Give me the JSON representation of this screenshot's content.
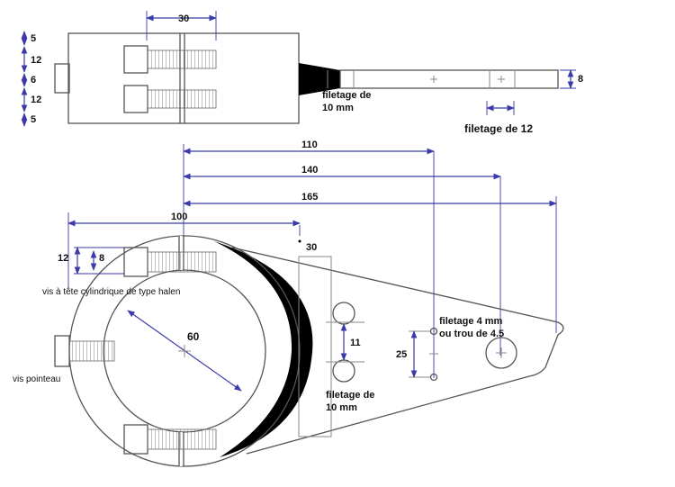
{
  "dimensions": {
    "d30_top": "30",
    "d5_top": "5",
    "d12_a": "12",
    "d6": "6",
    "d12_b": "12",
    "d5_bottom": "5",
    "d8_rod": "8",
    "d110": "110",
    "d140": "140",
    "d165": "165",
    "d100": "100",
    "d12_left": "12",
    "d8_left": "8",
    "d30_mid": "30",
    "d60": "60",
    "d11": "11",
    "d25": "25"
  },
  "labels": {
    "filetage_10_top_line1": "filetage de",
    "filetage_10_top_line2": "10 mm",
    "filetage_12": "filetage de 12",
    "vis_tete": "vis à tête cylindrique de type halen",
    "vis_pointeau": "vis pointeau",
    "filetage_10_bot_line1": "filetage de",
    "filetage_10_bot_line2": "10 mm",
    "filetage_4_line1": "filetage 4 mm",
    "filetage_4_line2": "ou trou de 4.5"
  },
  "colors": {
    "dimension": "#3a3aa8",
    "part": "#555555",
    "fill_black": "#000000"
  }
}
